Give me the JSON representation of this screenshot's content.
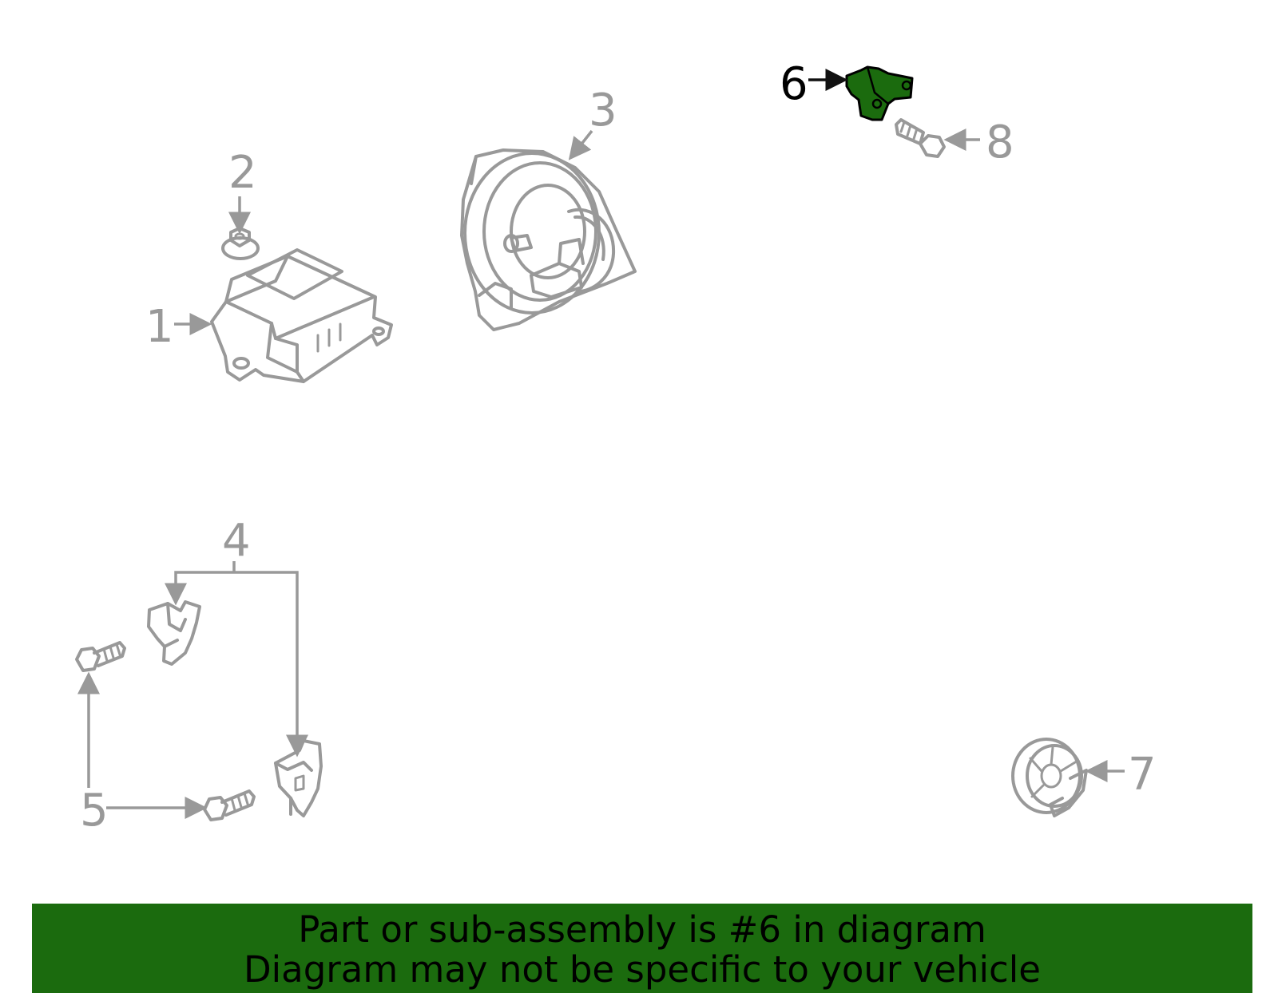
{
  "callouts": {
    "c1": "1",
    "c2": "2",
    "c3": "3",
    "c4": "4",
    "c5": "5",
    "c6": "6",
    "c7": "7",
    "c8": "8"
  },
  "highlighted_part": "6",
  "colors": {
    "highlight": "#1b6b0e",
    "line_art": "#999999",
    "highlight_label": "#000000",
    "banner_background": "#1b6b0e"
  },
  "banner": {
    "line1": "Part or sub-assembly is #6 in diagram",
    "line2": "Diagram may not be specific to your vehicle"
  }
}
